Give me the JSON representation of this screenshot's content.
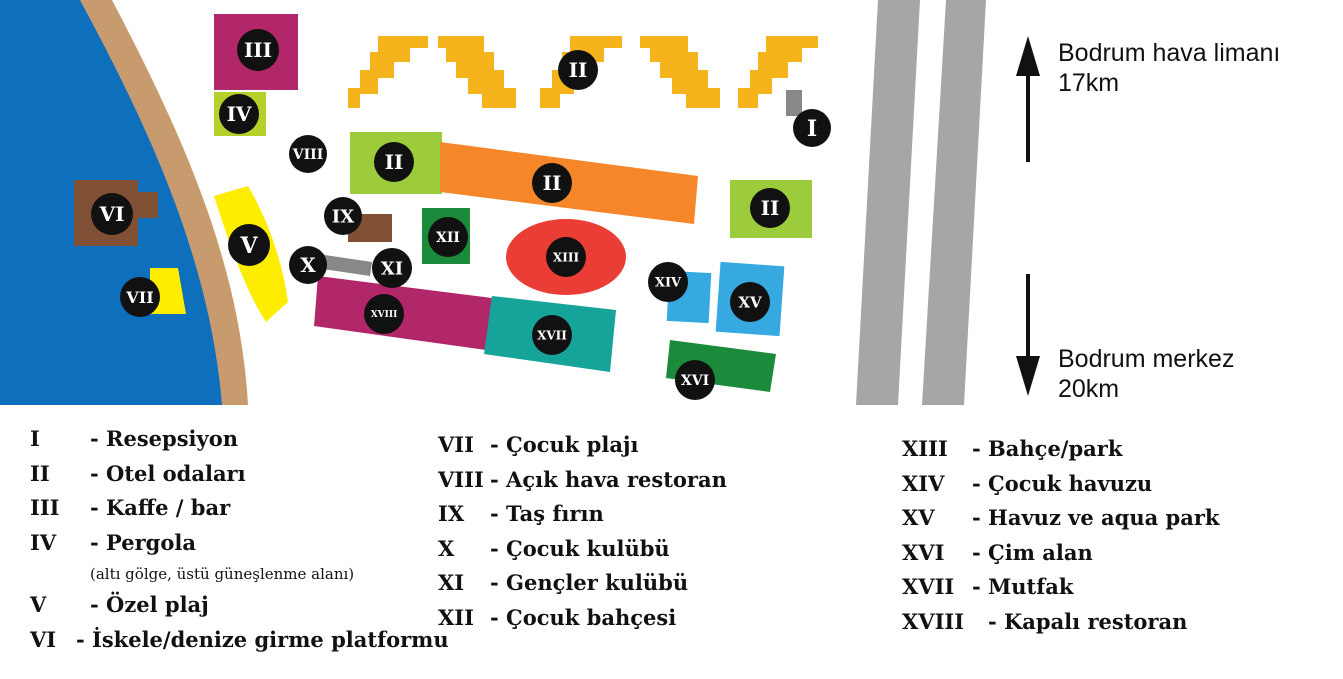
{
  "map": {
    "badges": [
      "I",
      "II",
      "III",
      "IV",
      "V",
      "VI",
      "VII",
      "VIII",
      "IX",
      "X",
      "XI",
      "XII",
      "XIII",
      "XIV",
      "XV",
      "XVI",
      "XVII",
      "XVIII"
    ],
    "colors": {
      "sea": "#0e6fbd",
      "sand": "#c79b6e",
      "road": "#a6a6a6",
      "hotel_rooms": "#f6b41c",
      "green_rooms": "#9ccc3c",
      "orange_rooms": "#f5862a",
      "cafe": "#b2266a",
      "pergola": "#b7cf2b",
      "beach": "#ffed00",
      "pier": "#7f5033",
      "garden": "#ea3d35",
      "kids_garden": "#1b8a3a",
      "kids_pool": "#36a9e0",
      "kitchen": "#16a39a",
      "closed_restaurant": "#b2266a",
      "lawn": "#1b8a3a",
      "badge": "#111111"
    }
  },
  "directions": {
    "up_line1": "Bodrum hava limanı",
    "up_line2": "17km",
    "down_line1": "Bodrum merkez",
    "down_line2": "20km"
  },
  "legend": {
    "col1": [
      {
        "num": "I",
        "text": "- Resepsiyon"
      },
      {
        "num": "II",
        "text": "- Otel odaları"
      },
      {
        "num": "III",
        "text": "- Kaffe / bar"
      },
      {
        "num": "IV",
        "text": "- Pergola"
      },
      {
        "num": "V",
        "text": "- Özel plaj"
      },
      {
        "num": "VI",
        "text": "- İskele/denize girme platformu"
      }
    ],
    "pergola_note": "(altı gölge, üstü güneşlenme alanı)",
    "col2": [
      {
        "num": "VII",
        "text": "- Çocuk plajı"
      },
      {
        "num": "VIII",
        "text": "- Açık hava restoran"
      },
      {
        "num": "IX",
        "text": "- Taş fırın"
      },
      {
        "num": "X",
        "text": "- Çocuk kulübü"
      },
      {
        "num": "XI",
        "text": "- Gençler kulübü"
      },
      {
        "num": "XII",
        "text": "- Çocuk bahçesi"
      }
    ],
    "col3": [
      {
        "num": "XIII",
        "text": "- Bahçe/park"
      },
      {
        "num": "XIV",
        "text": "- Çocuk havuzu"
      },
      {
        "num": "XV",
        "text": "- Havuz ve aqua park"
      },
      {
        "num": "XVI",
        "text": "- Çim alan"
      },
      {
        "num": "XVII",
        "text": "- Mutfak"
      },
      {
        "num": "XVIII",
        "text": "- Kapalı restoran"
      }
    ]
  }
}
